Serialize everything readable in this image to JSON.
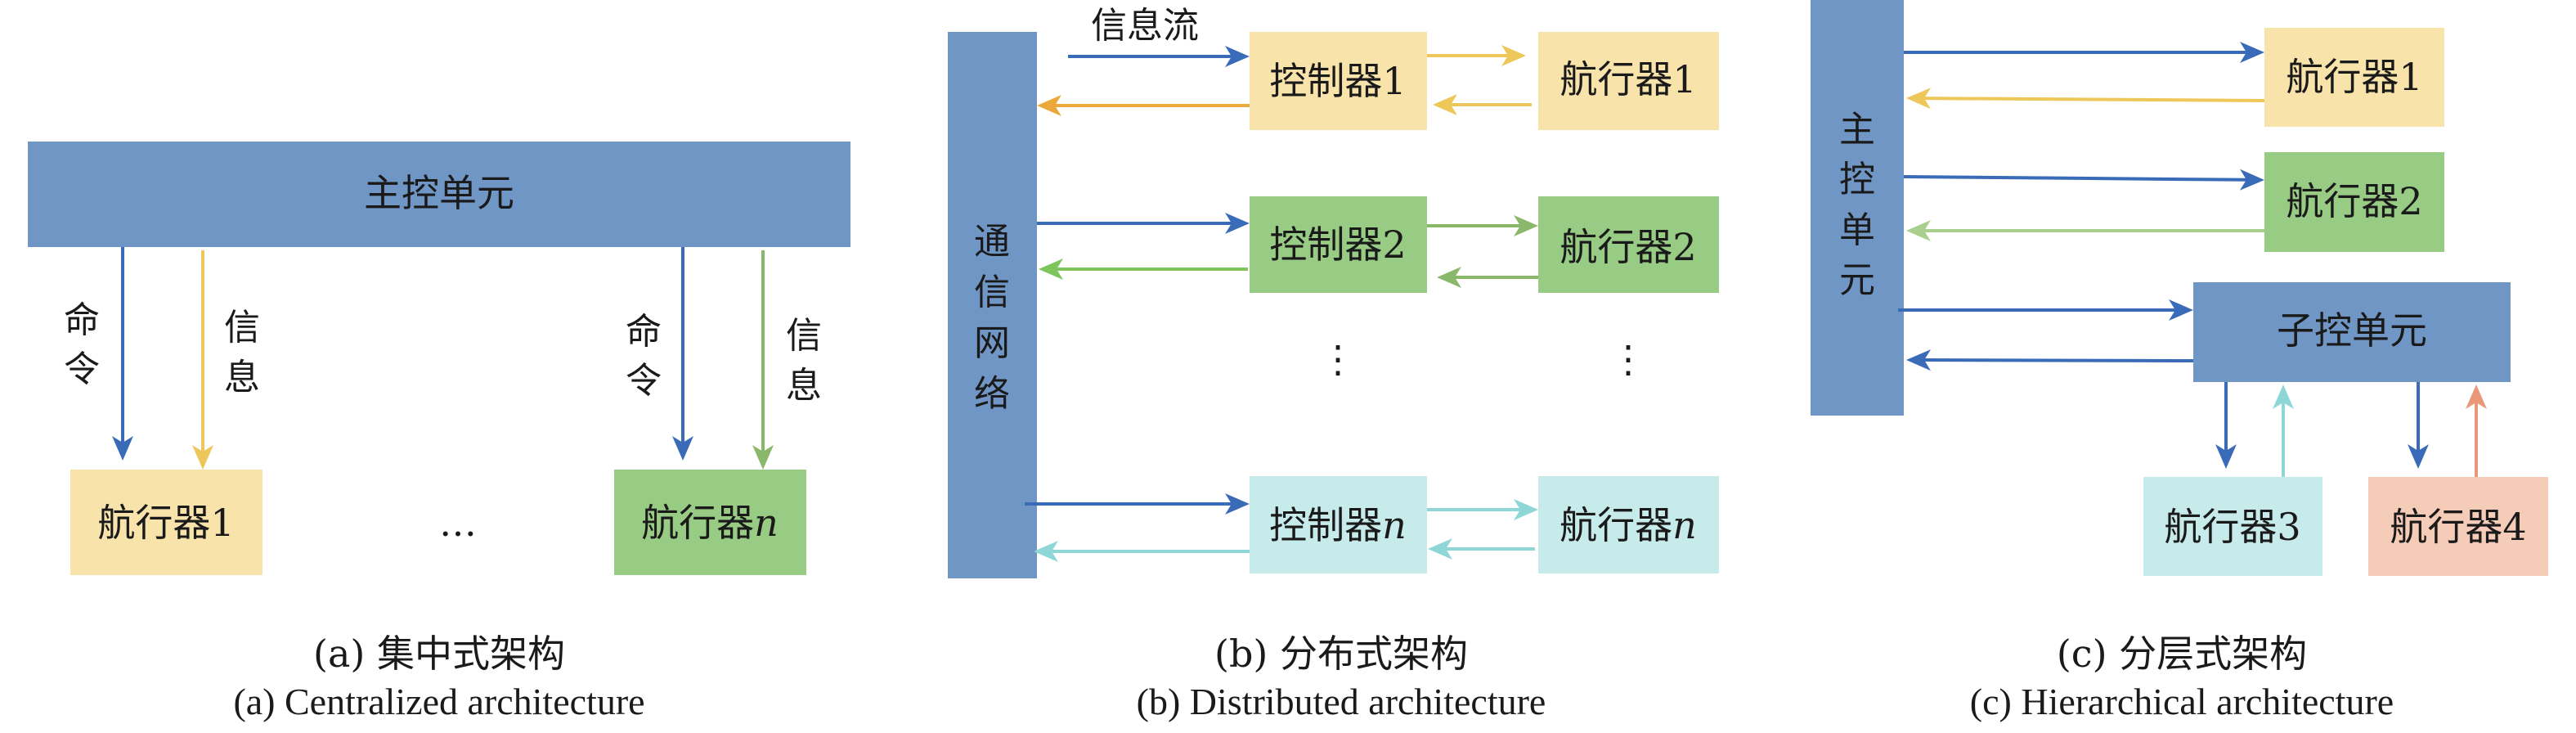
{
  "colors": {
    "control_blue": "#7096c5",
    "arrow_blue": "#3a6bb8",
    "yellow_box": "#f8e4ab",
    "yellow_arrow": "#eec75a",
    "orange_arrow": "#eaa93a",
    "green_box": "#98cb84",
    "green_arrow": "#8ab86a",
    "bright_green_arrow": "#7dc55c",
    "light_green_arrow": "#a9cf8f",
    "cyan_box": "#c6ebea",
    "cyan_arrow": "#8fd6d6",
    "salmon_box": "#f4ccb8",
    "salmon_arrow": "#e9997a",
    "text": "#1a1a1a"
  },
  "panel_a": {
    "main_unit": "主控单元",
    "command_label": "命令",
    "info_label": "信息",
    "vehicle_1": "航行器1",
    "vehicle_n_prefix": "航行器",
    "vehicle_n_suffix": "n",
    "ellipsis": "…",
    "caption_zh": "(a) 集中式架构",
    "caption_en": "(a) Centralized architecture"
  },
  "panel_b": {
    "network": "通信网络",
    "info_flow_label": "信息流",
    "controller_1": "控制器1",
    "controller_2": "控制器2",
    "controller_n_prefix": "控制器",
    "controller_n_suffix": "n",
    "vehicle_1": "航行器1",
    "vehicle_2": "航行器2",
    "vehicle_n_prefix": "航行器",
    "vehicle_n_suffix": "n",
    "vdots": "⋮",
    "caption_zh": "(b) 分布式架构",
    "caption_en": "(b) Distributed  architecture"
  },
  "panel_c": {
    "main_unit": "主控单元",
    "sub_unit": "子控单元",
    "vehicle_1": "航行器1",
    "vehicle_2": "航行器2",
    "vehicle_3": "航行器3",
    "vehicle_4": "航行器4",
    "caption_zh": "(c) 分层式架构",
    "caption_en": "(c) Hierarchical architecture"
  }
}
